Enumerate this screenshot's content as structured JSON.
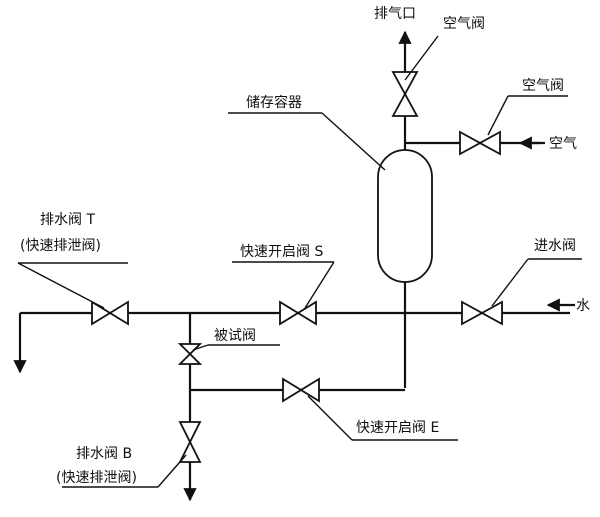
{
  "labels": {
    "vent_outlet": "排气口",
    "air_valve_top": "空气阀",
    "air_valve_right": "空气阀",
    "air": "空气",
    "storage_vessel": "储存容器",
    "drain_valve_t_line1": "排水阀 T",
    "drain_valve_t_line2": "(快速排泄阀)",
    "fast_open_valve_s": "快速开启阀 S",
    "inlet_valve": "进水阀",
    "water": "水",
    "tested_valve": "被试阀",
    "fast_open_valve_e": "快速开启阀 E",
    "drain_valve_b_line1": "排水阀 B",
    "drain_valve_b_line2": "(快速排泄阀)"
  }
}
